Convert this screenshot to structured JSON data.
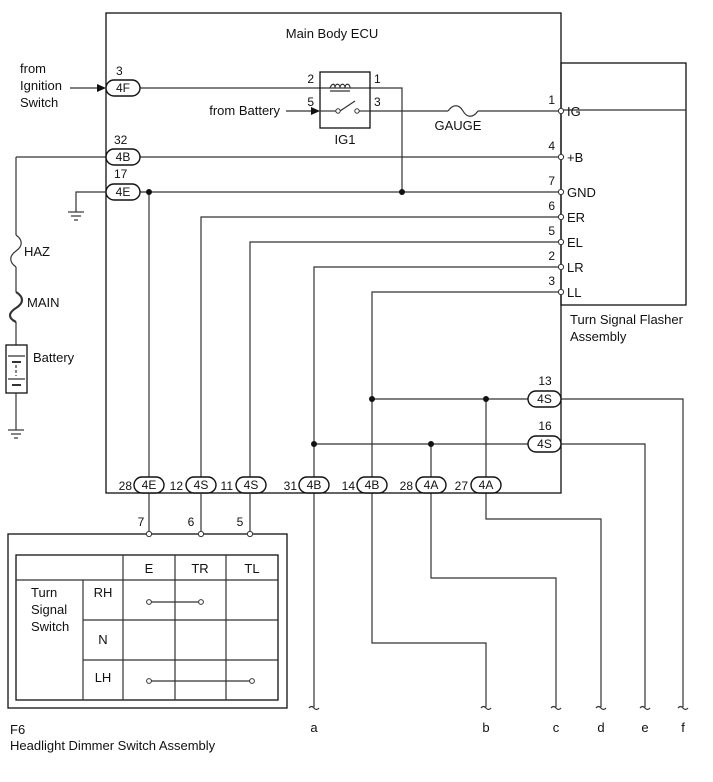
{
  "ecu": {
    "title": "Main Body ECU",
    "pins": {
      "p3": "3",
      "c4F": "4F",
      "p32": "32",
      "c4B_top": "4B",
      "p17": "17",
      "c4E_left": "4E",
      "p28_e": "28",
      "c4E_bottom": "4E",
      "p12": "12",
      "c4S_12": "4S",
      "p11": "11",
      "c4S_11": "4S",
      "p31": "31",
      "c4B_31": "4B",
      "p14": "14",
      "c4B_14": "4B",
      "p28_a": "28",
      "c4A_28": "4A",
      "p27": "27",
      "c4A_27": "4A",
      "p13": "13",
      "c4S_13": "4S",
      "p16": "16",
      "c4S_16": "4S"
    },
    "relay": {
      "name": "IG1",
      "p1": "1",
      "p2": "2",
      "p3": "3",
      "p5": "5"
    },
    "from_battery": "from Battery",
    "gauge": "GAUGE"
  },
  "left": {
    "from_ignition": [
      "from",
      "Ignition",
      "Switch"
    ],
    "haz": "HAZ",
    "main": "MAIN",
    "battery": "Battery"
  },
  "flasher": {
    "name": [
      "Turn Signal Flasher",
      "Assembly"
    ],
    "terminals": [
      {
        "pin": "1",
        "label": "IG"
      },
      {
        "pin": "4",
        "label": "+B"
      },
      {
        "pin": "7",
        "label": "GND"
      },
      {
        "pin": "6",
        "label": "ER"
      },
      {
        "pin": "5",
        "label": "EL"
      },
      {
        "pin": "2",
        "label": "LR"
      },
      {
        "pin": "3",
        "label": "LL"
      }
    ]
  },
  "switch": {
    "code": "F6",
    "name": "Headlight Dimmer Switch Assembly",
    "row_header": [
      "Turn",
      "Signal",
      "Switch"
    ],
    "pin_e": "7",
    "pin_tr": "6",
    "pin_tl": "5",
    "columns": [
      "E",
      "TR",
      "TL"
    ],
    "rows": [
      "RH",
      "N",
      "LH"
    ]
  },
  "outputs": [
    "a",
    "b",
    "c",
    "d",
    "e",
    "f"
  ]
}
